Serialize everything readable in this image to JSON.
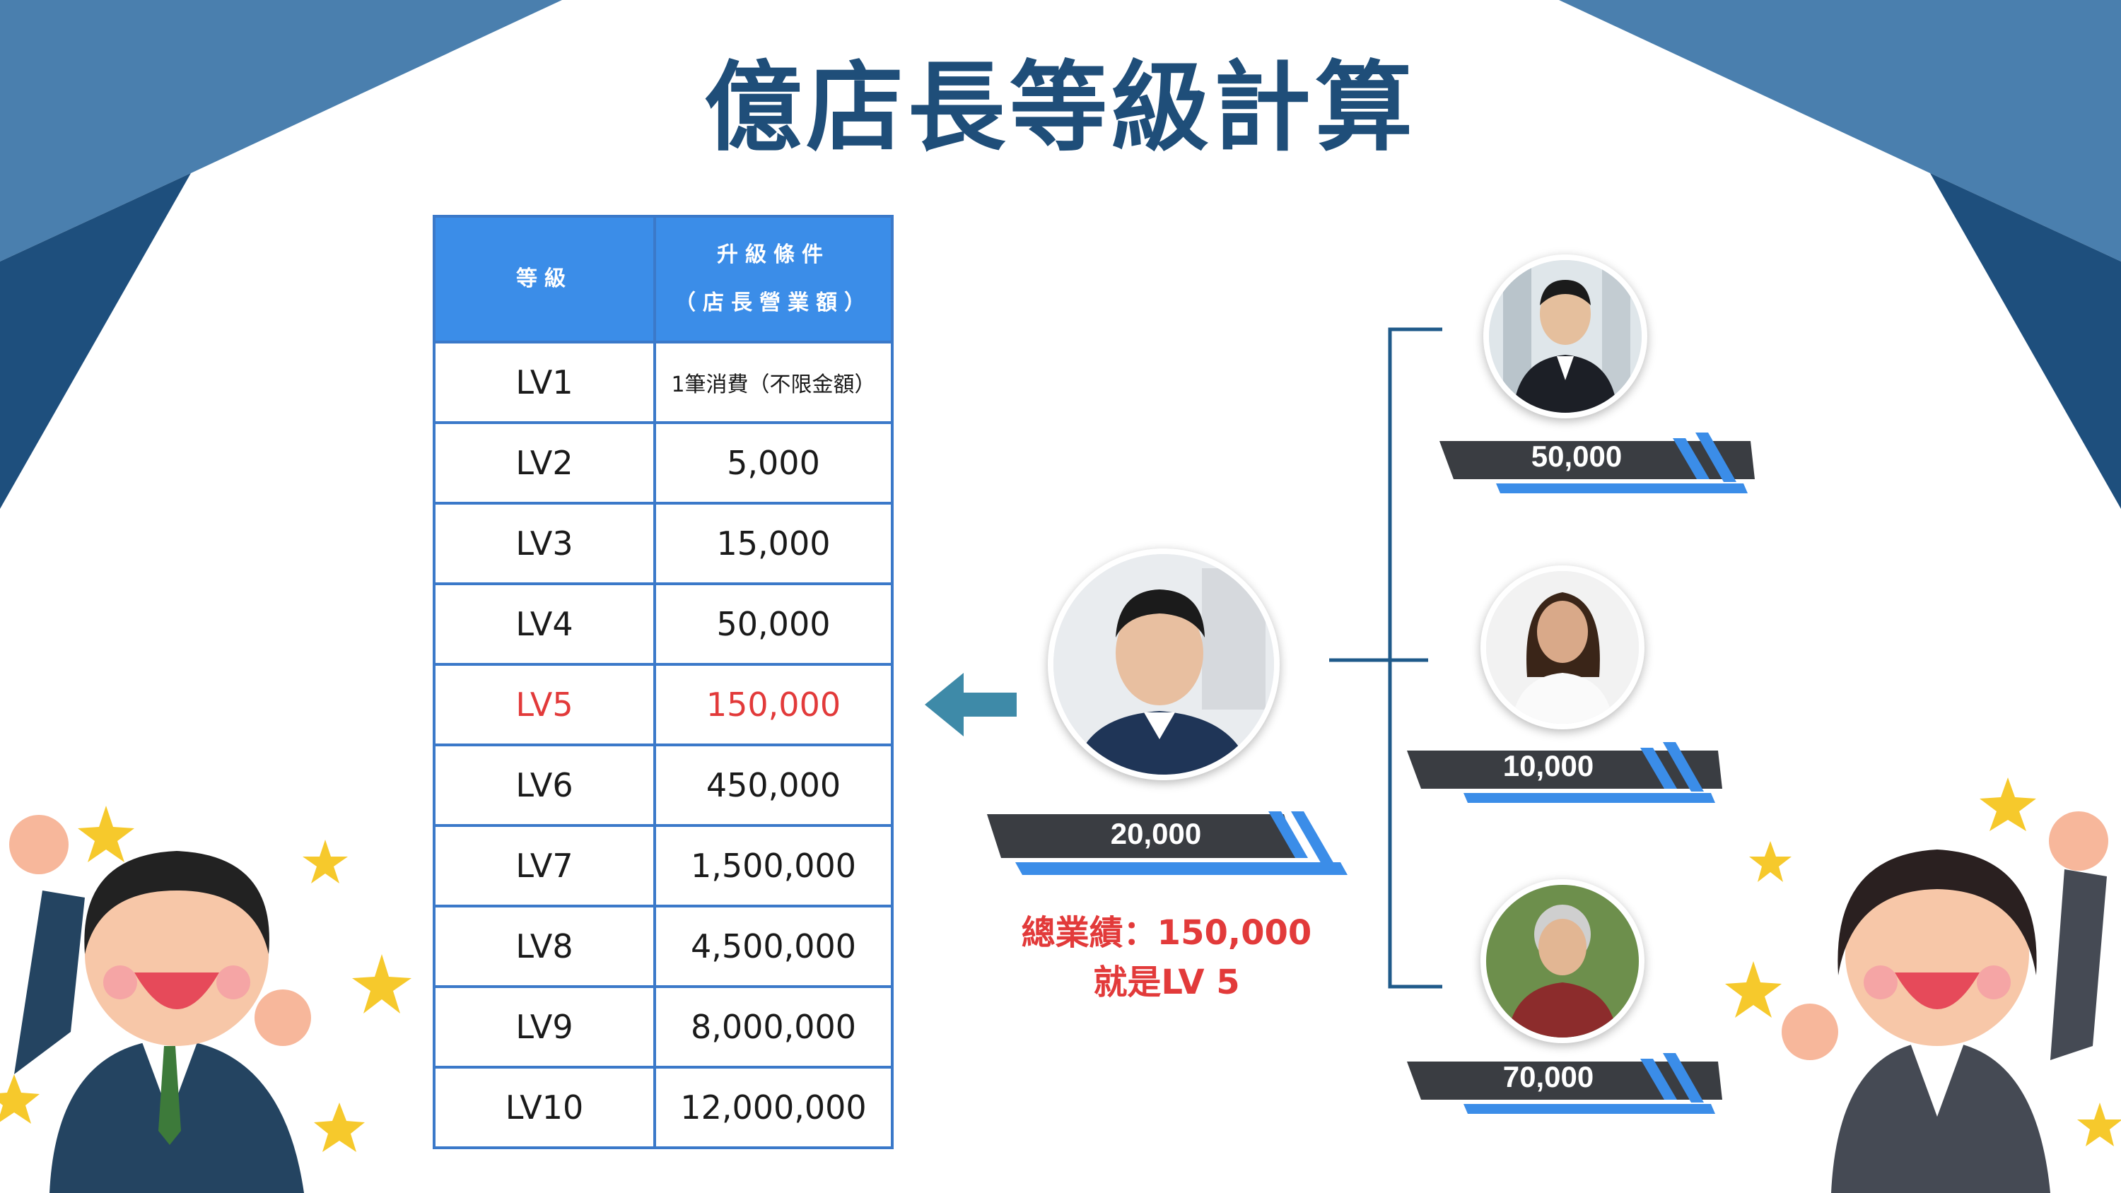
{
  "title": "億店長等級計算",
  "table": {
    "header_level": "等級",
    "header_cond_line1": "升級條件",
    "header_cond_line2": "（店長營業額）",
    "rows": [
      {
        "level": "LV1",
        "amount": "1筆消費（不限金額）"
      },
      {
        "level": "LV2",
        "amount": "5,000"
      },
      {
        "level": "LV3",
        "amount": "15,000"
      },
      {
        "level": "LV4",
        "amount": "50,000"
      },
      {
        "level": "LV5",
        "amount": "150,000"
      },
      {
        "level": "LV6",
        "amount": "450,000"
      },
      {
        "level": "LV7",
        "amount": "1,500,000"
      },
      {
        "level": "LV8",
        "amount": "4,500,000"
      },
      {
        "level": "LV9",
        "amount": "8,000,000"
      },
      {
        "level": "LV10",
        "amount": "12,000,000"
      }
    ],
    "highlight_row": "LV5"
  },
  "store_manager": {
    "amount": "20,000"
  },
  "referrals": [
    {
      "amount": "50,000"
    },
    {
      "amount": "10,000"
    },
    {
      "amount": "70,000"
    }
  ],
  "summary": {
    "line1": "總業績：150,000",
    "line2": "就是LV 5"
  },
  "colors": {
    "title": "#1f4e79",
    "table_header": "#3b8de8",
    "table_border": "#3b79c9",
    "highlight": "#e23a3a",
    "banner_dark": "#3a3d42",
    "banner_accent": "#3b8de8",
    "corner_dark": "#1e4f7d",
    "corner_light": "#4a7fae",
    "arrow": "#3e8aa8"
  }
}
